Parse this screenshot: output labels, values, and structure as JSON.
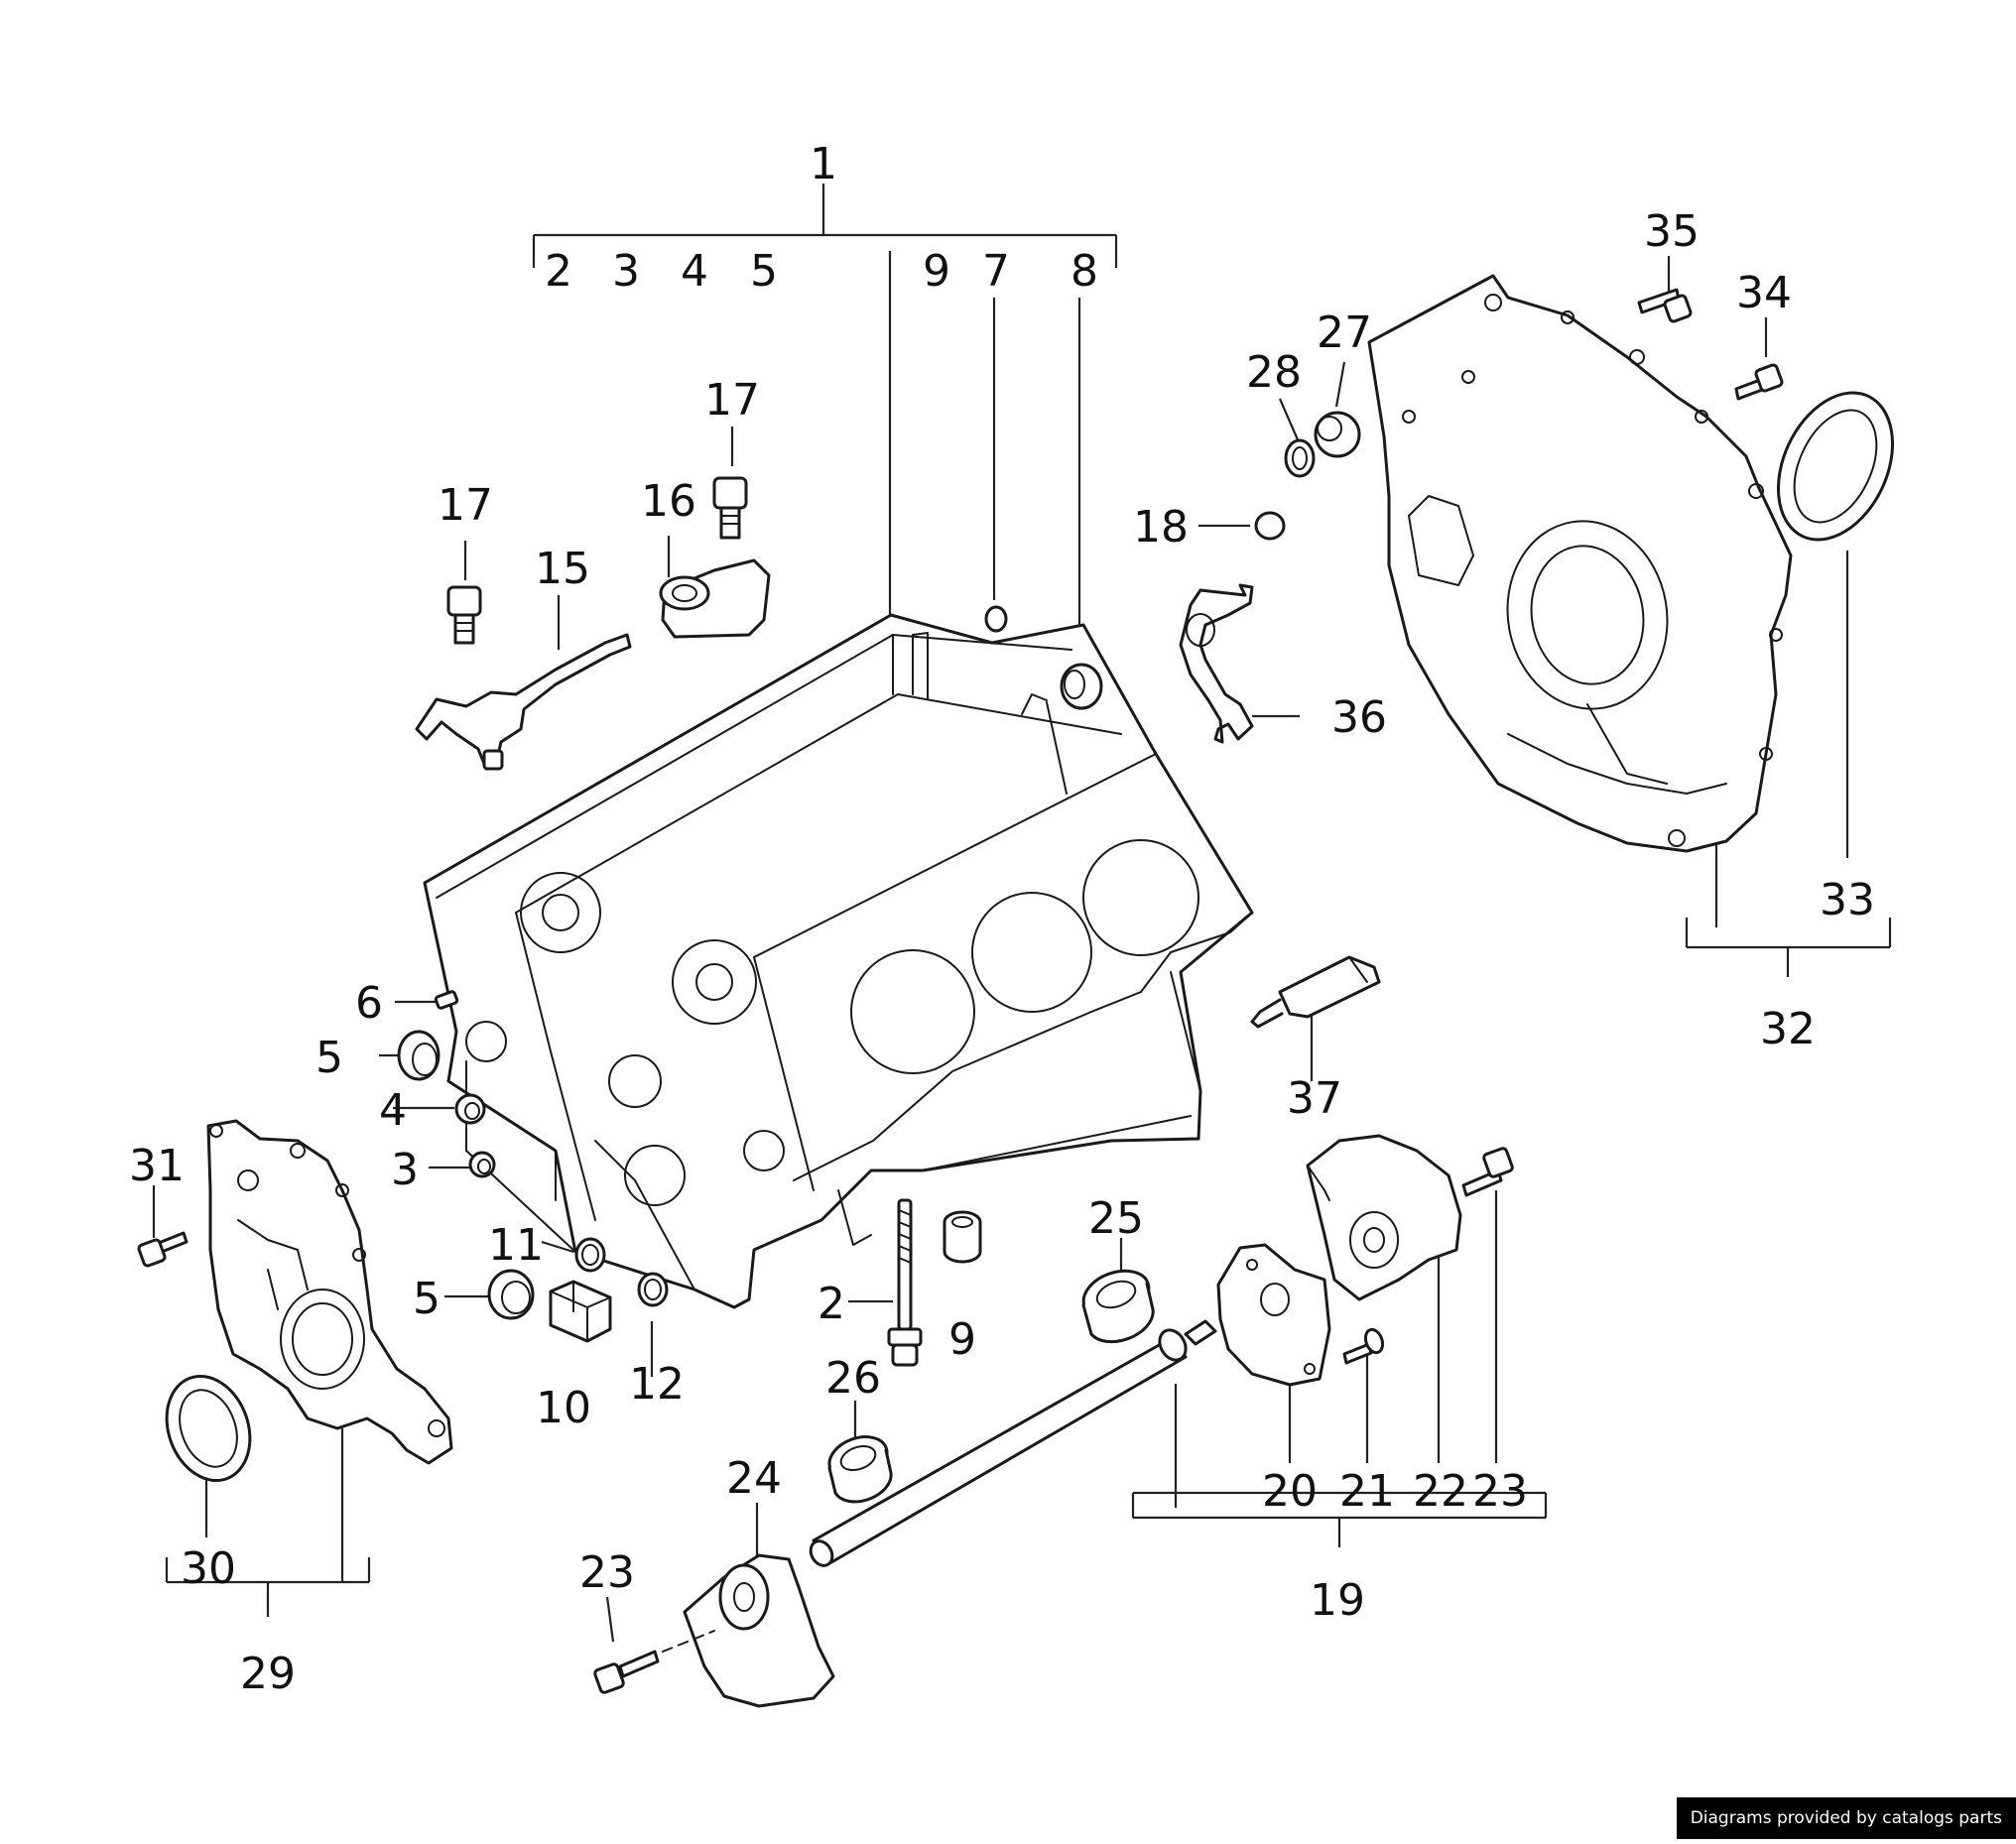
{
  "diagram": {
    "callouts": {
      "c1": "1",
      "c2a": "2",
      "c3a": "3",
      "c4a": "4",
      "c5a": "5",
      "c9a": "9",
      "c7": "7",
      "c8": "8",
      "c17a": "17",
      "c17b": "17",
      "c16": "16",
      "c15": "15",
      "c35": "35",
      "c34": "34",
      "c28": "28",
      "c27": "27",
      "c18": "18",
      "c36": "36",
      "c33": "33",
      "c32": "32",
      "c37": "37",
      "c6": "6",
      "c5b": "5",
      "c4b": "4",
      "c3b": "3",
      "c31": "31",
      "c11": "11",
      "c5c": "5",
      "c12": "12",
      "c10": "10",
      "c2b": "2",
      "c9b": "9",
      "c25": "25",
      "c26": "26",
      "c24": "24",
      "c23a": "23",
      "c20": "20",
      "c21": "21",
      "c22": "22",
      "c23b": "23",
      "c19": "19",
      "c30": "30",
      "c29": "29"
    }
  },
  "footer": {
    "credit": "Diagrams provided by catalogs parts"
  }
}
